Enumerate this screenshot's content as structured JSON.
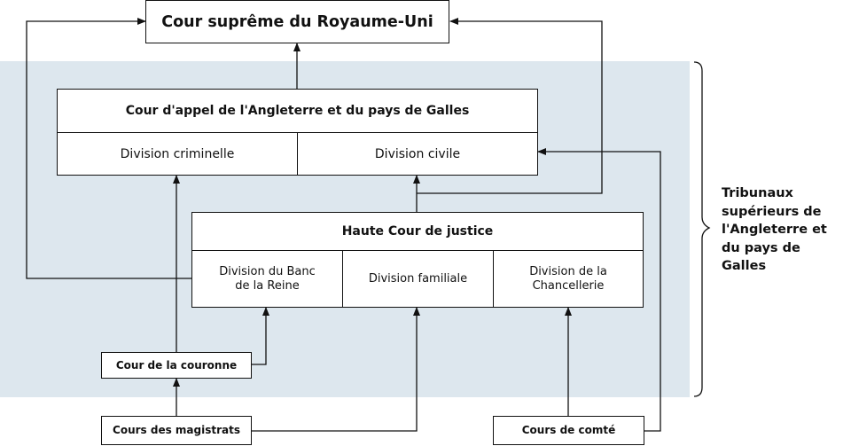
{
  "supreme": "Cour suprême du Royaume-Uni",
  "appeal": {
    "title": "Cour d'appel de l'Angleterre et du pays de Galles",
    "criminal": "Division criminelle",
    "civil": "Division civile"
  },
  "high": {
    "title": "Haute Cour de justice",
    "kings_bench": "Division du Banc de la Reine",
    "family": "Division familiale",
    "chancery": "Division de la Chancellerie"
  },
  "lower": {
    "crown": "Cour de la couronne",
    "magistrates": "Cours des magistrats",
    "county": "Cours de comté"
  },
  "side_label": "Tribunaux supérieurs de l'Angleterre et du pays de Galles",
  "colors": {
    "shade": "#dde7ee",
    "line": "#111111"
  }
}
